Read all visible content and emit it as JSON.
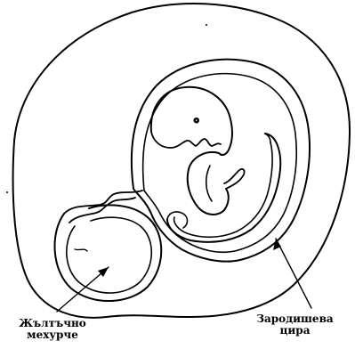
{
  "labels": {
    "yolk_sac_line1": "Жълтъчно",
    "yolk_sac_line2": "мехурче",
    "embryo_line1": "Зародишева",
    "embryo_line2": "цира"
  },
  "colors": {
    "ink": "#000000",
    "paper": "#ffffff"
  }
}
